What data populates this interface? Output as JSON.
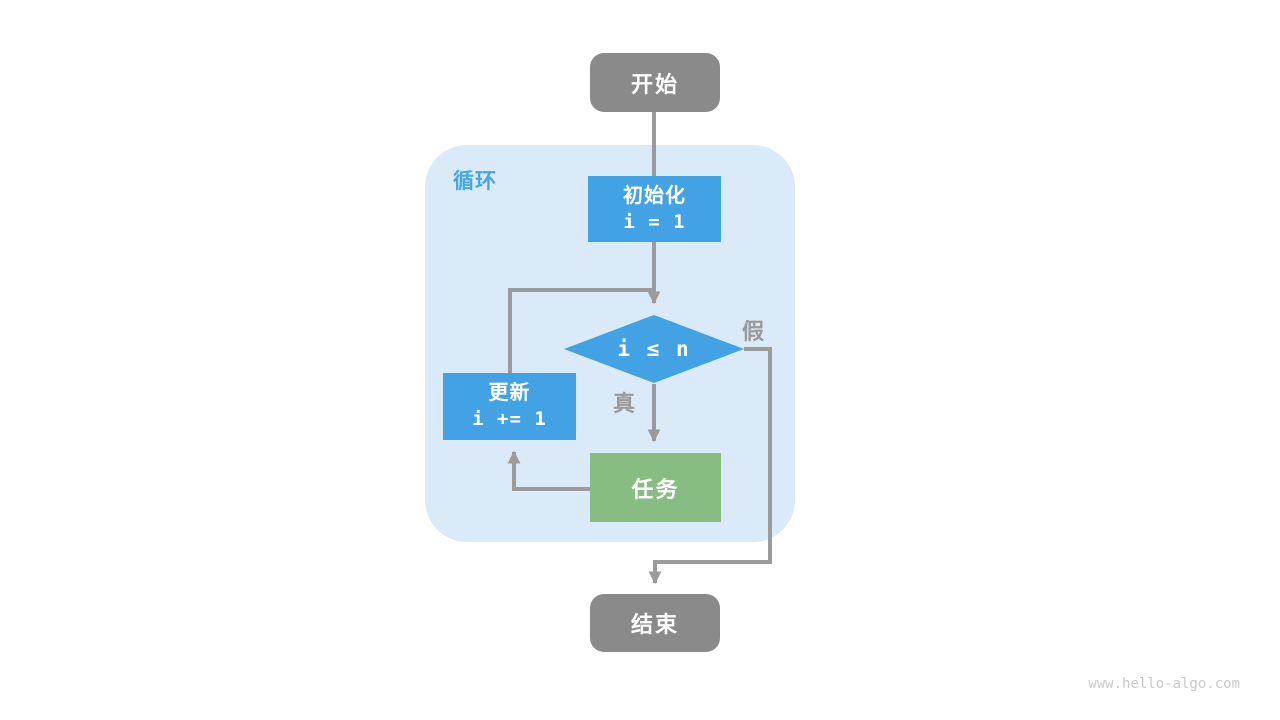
{
  "diagram": {
    "type": "flowchart",
    "nodes": {
      "start": "开始",
      "init": {
        "title": "初始化",
        "code": "i = 1"
      },
      "condition": "i ≤ n",
      "update": {
        "title": "更新",
        "code": "i += 1"
      },
      "task": "任务",
      "end": "结束"
    },
    "labels": {
      "loop": "循环",
      "true": "真",
      "false": "假"
    },
    "edges": [
      {
        "from": "start",
        "to": "init",
        "label": ""
      },
      {
        "from": "init",
        "to": "condition",
        "label": ""
      },
      {
        "from": "condition",
        "to": "task",
        "label": "真"
      },
      {
        "from": "condition",
        "to": "end",
        "label": "假"
      },
      {
        "from": "task",
        "to": "update",
        "label": ""
      },
      {
        "from": "update",
        "to": "condition",
        "label": ""
      }
    ]
  },
  "watermark": "www.hello-algo.com",
  "colors": {
    "node_blue": "#42a2e4",
    "node_green": "#87bd83",
    "node_gray": "#8a8a8a",
    "loop_container_blue": "#daeaf8",
    "connector_gray": "#9b9b9b",
    "loop_label_blue": "#47a6e6",
    "branch_label_gray": "#9a9a9a",
    "watermark_gray": "#c9c9c9"
  }
}
